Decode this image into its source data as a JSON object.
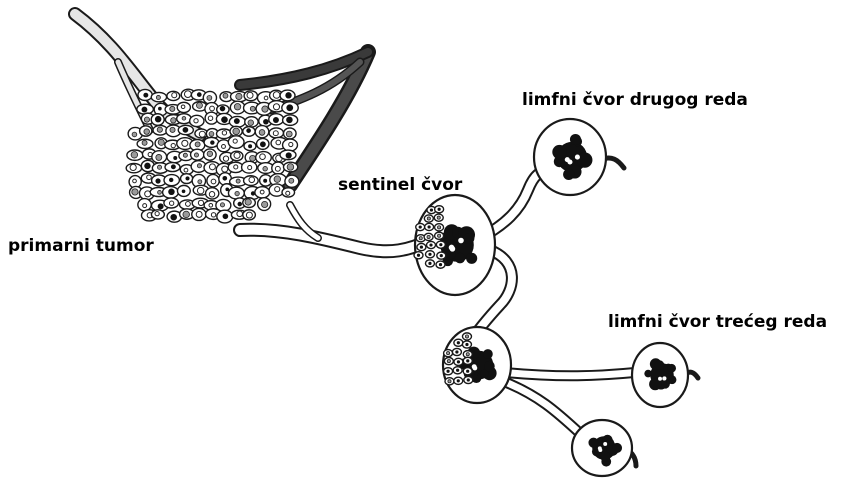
{
  "labels": {
    "primary_tumor": "primarni tumor",
    "sentinel_node": "sentinel čvor",
    "second_order_node": "limfni čvor drugog reda",
    "third_order_node": "limfni čvor trećeg reda"
  },
  "colors": {
    "ink": "#111111",
    "paper": "#ffffff",
    "dark_vessel": "#3a3a3a",
    "light_vessel": "#e6e6e6"
  }
}
